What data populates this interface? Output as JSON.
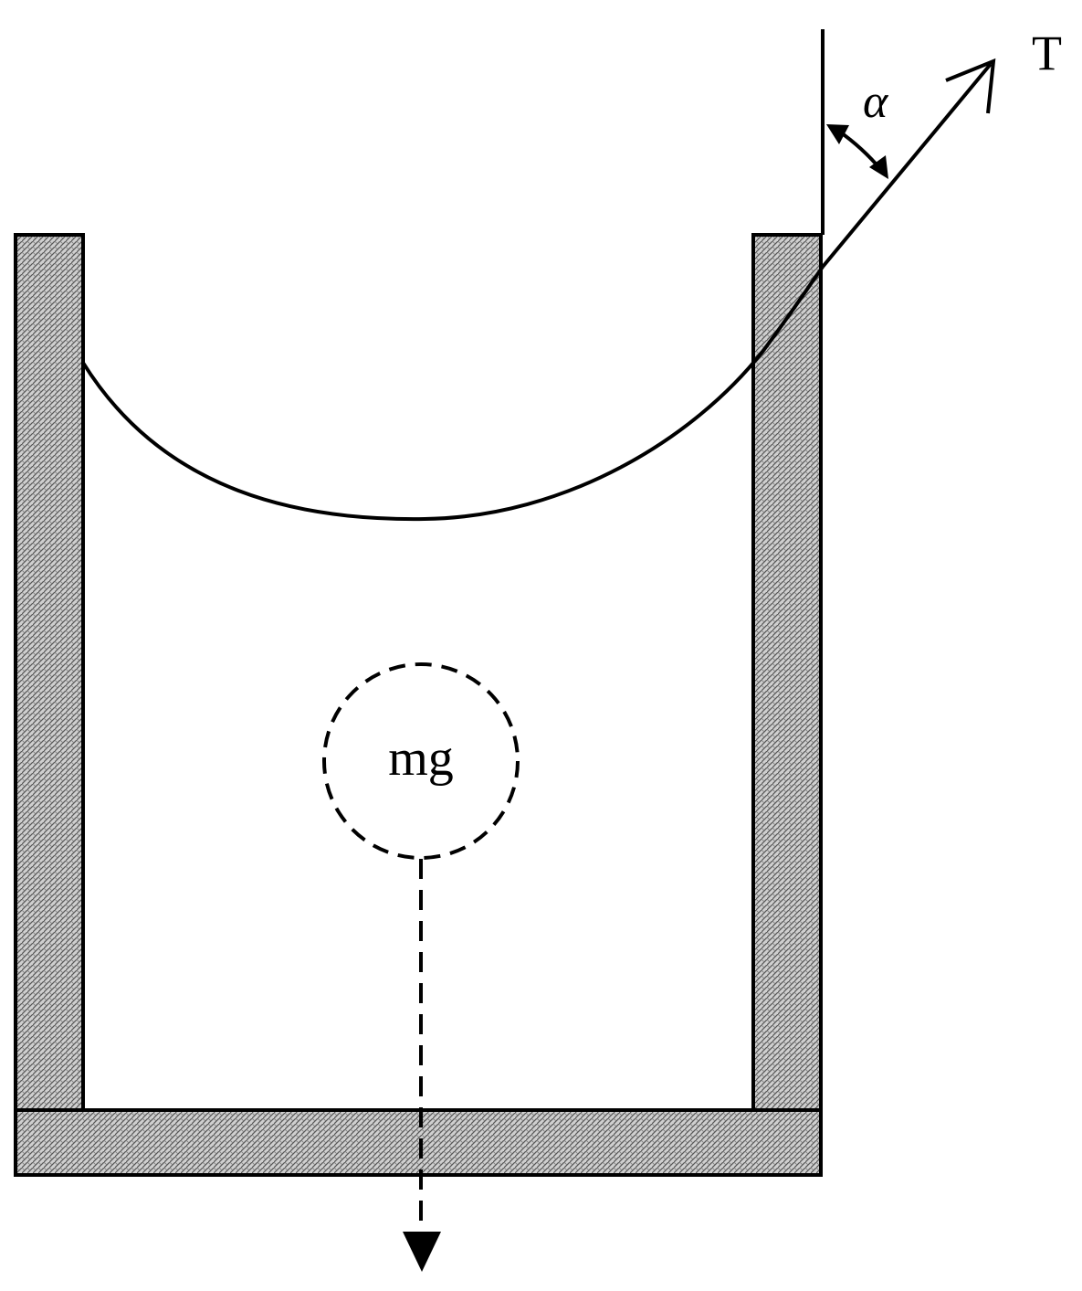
{
  "labels": {
    "tension": "T",
    "angle": "α",
    "weight": "mg"
  },
  "colors": {
    "stroke": "#000000",
    "wall_fill": "#c8c8c8",
    "wall_hatch": "#555555",
    "background": "#ffffff"
  }
}
